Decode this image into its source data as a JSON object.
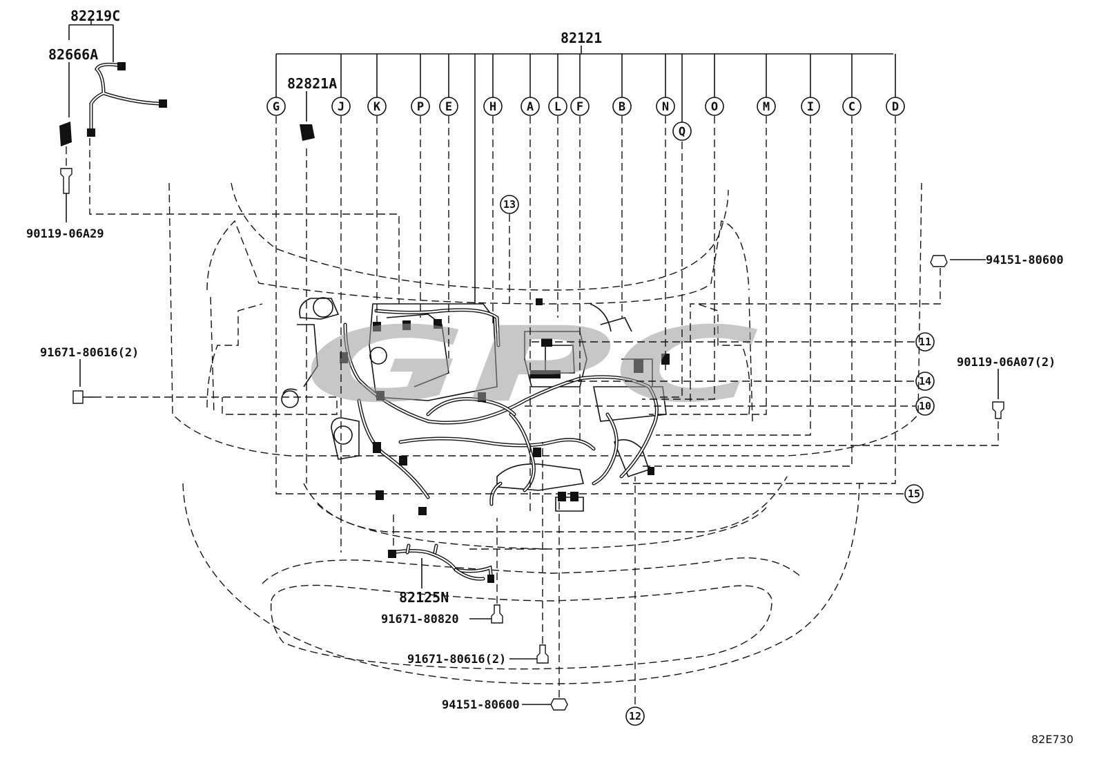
{
  "diagram": {
    "main_assembly": "82121",
    "callouts": [
      "G",
      "J",
      "K",
      "P",
      "E",
      "H",
      "A",
      "L",
      "F",
      "B",
      "N",
      "Q",
      "O",
      "M",
      "I",
      "C",
      "D"
    ],
    "ref_numbers": [
      "13",
      "11",
      "14",
      "10",
      "15",
      "12"
    ],
    "parts": {
      "wire_82219c": "82219C",
      "sub_82666a": "82666A",
      "bolt_left_top": "90119-06A29",
      "clamp_82821a": "82821A",
      "bolt_left_mid": "91671-80616(2)",
      "nut_right_top": "94151-80600",
      "bolt_right_mid": "90119-06A07(2)",
      "wire_82125n": "82125N",
      "bolt_bottom_1": "91671-80820",
      "bolt_bottom_2": "91671-80616(2)",
      "nut_bottom": "94151-80600"
    },
    "figure_code": "82E730",
    "watermark": "GPC"
  }
}
